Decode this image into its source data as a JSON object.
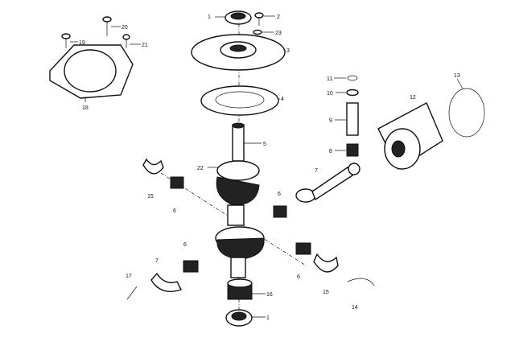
{
  "diagram": {
    "title": "Crankshaft and piston assembly, exploded view",
    "ink_color": "#111111",
    "callouts": [
      "1",
      "2",
      "23",
      "3",
      "4",
      "5",
      "22",
      "20",
      "19",
      "21",
      "18",
      "11",
      "10",
      "9",
      "8",
      "12",
      "13",
      "7",
      "15",
      "6",
      "6",
      "6",
      "6",
      "7",
      "15",
      "14",
      "16",
      "1",
      "17"
    ]
  }
}
